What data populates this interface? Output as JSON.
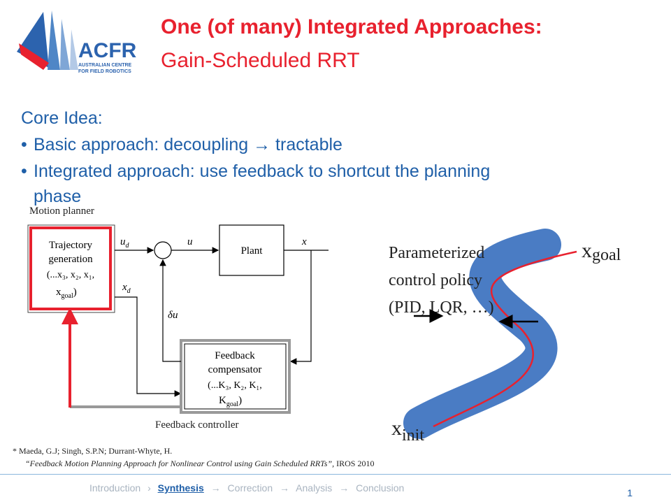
{
  "logo": {
    "acronym": "ACFR",
    "line1": "AUSTRALIAN CENTRE",
    "line2": "FOR FIELD ROBOTICS",
    "colors": {
      "blue": "#2c63ae",
      "red": "#e8212e"
    }
  },
  "title": {
    "line1": "One (of many) Integrated Approaches:",
    "line2": "Gain-Scheduled RRT",
    "color": "#e8212e"
  },
  "core": {
    "heading": "Core Idea:",
    "bullets": [
      {
        "marker": "•",
        "text_before": "Basic approach: decoupling ",
        "arrow": "→",
        "text_after": " tractable"
      },
      {
        "marker": "•",
        "text": "Integrated approach: use feedback to shortcut the planning",
        "text_cont": "phase"
      }
    ],
    "color": "#1f5fa8"
  },
  "block_diagram": {
    "motion_planner_label": "Motion planner",
    "trajectory_box": {
      "line1": "Trajectory",
      "line2": "generation",
      "line3": "(...x₃, x₂, x₁,",
      "line4_base": "x",
      "line4_sub": "goal",
      "line4_tail": ")"
    },
    "ud": "u",
    "ud_sub": "d",
    "xd": "x",
    "xd_sub": "d",
    "u": "u",
    "x": "x",
    "plant": "Plant",
    "du": "δu",
    "feedback_box": {
      "line1": "Feedback",
      "line2": "compensator",
      "line3": "(...K₃, K₂, K₁,",
      "line4_base": "K",
      "line4_sub": "goal",
      "line4_tail": ")"
    },
    "feedback_controller_label": "Feedback controller"
  },
  "policy_diagram": {
    "text1": "Parameterized",
    "text2": "control policy",
    "text3": "(PID, LQR, …)",
    "x_goal_base": "x",
    "x_goal_sub": "goal",
    "x_init_base": "x",
    "x_init_sub": "init",
    "band_color": "#4a7cc4",
    "path_color": "#e8212e"
  },
  "footnote": {
    "line1": "*   Maeda, G.J; Singh, S.P.N; Durrant-Whyte, H.",
    "line2_italic": "“Feedback Motion Planning Approach for Nonlinear Control using Gain Scheduled RRTs”,",
    "line2_tail": " IROS 2010"
  },
  "nav": {
    "items": [
      "Introduction",
      "›",
      "Synthesis",
      "→",
      "Correction",
      "→",
      "Analysis",
      "→",
      "Conclusion"
    ],
    "active": "Synthesis",
    "page": "1"
  }
}
